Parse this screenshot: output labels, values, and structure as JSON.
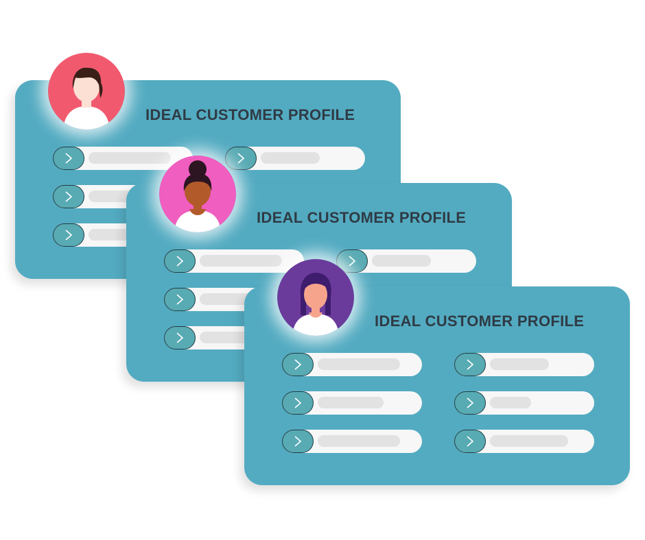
{
  "colors": {
    "card_background": "#53abc1",
    "field_background": "#f7f7f7",
    "field_button": "#58aab3",
    "placeholder_bar": "#e2e2e2",
    "title_text": "#2f3b45"
  },
  "icons": {
    "field_button_icon": "chevron-right-icon"
  },
  "cards": [
    {
      "title": "IDEAL CUSTOMER PROFILE",
      "avatar": {
        "bg": "#f15a6e",
        "skin": "#fde0d4",
        "hair": "#3a1f18",
        "style": "short-hair"
      }
    },
    {
      "title": "IDEAL CUSTOMER PROFILE",
      "avatar": {
        "bg": "#f05ec0",
        "skin": "#b35a2b",
        "hair": "#2d1521",
        "style": "bun"
      }
    },
    {
      "title": "IDEAL CUSTOMER PROFILE",
      "avatar": {
        "bg": "#6b3b9c",
        "skin": "#f6a58c",
        "hair": "#3f1d6e",
        "style": "bob"
      }
    }
  ]
}
